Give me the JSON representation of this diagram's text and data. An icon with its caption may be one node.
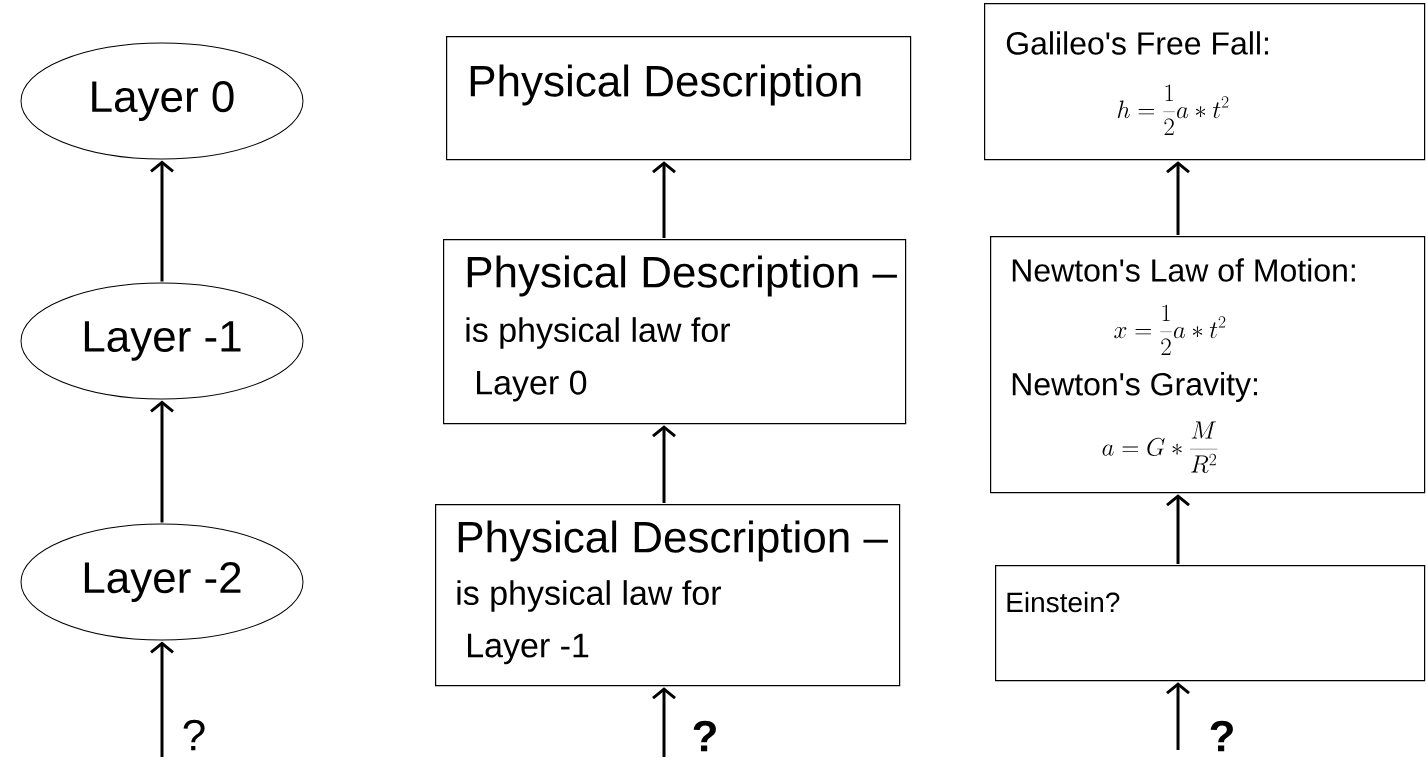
{
  "diagram": {
    "nodes": [
      {
        "text": [
          "Layer 0"
        ]
      },
      {
        "text": [
          "Layer -1"
        ]
      },
      {
        "text": [
          "Layer -2"
        ]
      },
      {
        "text": [
          "Physical Description"
        ]
      },
      {
        "text": [
          "Physical Description –",
          "is physical law for",
          "Layer 0"
        ]
      },
      {
        "text": [
          "Physical Description –",
          "is physical law for",
          "Layer -1"
        ]
      },
      {
        "text": [
          "Galileo's Free Fall:",
          "h = \\frac{1}{2} a * t^{2}"
        ]
      },
      {
        "text": [
          "Newton's Law of Motion:",
          "x = \\frac{1}{2} a * t^{2}",
          "Newton's Gravity:",
          "a = G * \\frac{M}{R^{2}}"
        ]
      },
      {
        "text": [
          "Einstein?"
        ]
      }
    ],
    "edges": [
      {
        "from": 1,
        "to": 0,
        "arrow": "to"
      },
      {
        "from": 2,
        "to": 1,
        "arrow": "to"
      },
      {
        "from": null,
        "to": 2,
        "arrow": "to"
      },
      {
        "from": 4,
        "to": 3,
        "arrow": "to"
      },
      {
        "from": 5,
        "to": 4,
        "arrow": "to"
      },
      {
        "from": null,
        "to": 5,
        "arrow": "to"
      },
      {
        "from": 7,
        "to": 6,
        "arrow": "to"
      },
      {
        "from": 8,
        "to": 7,
        "arrow": "to"
      },
      {
        "from": null,
        "to": 8,
        "arrow": "to"
      }
    ],
    "labels": [
      "?",
      "?",
      "?"
    ]
  }
}
